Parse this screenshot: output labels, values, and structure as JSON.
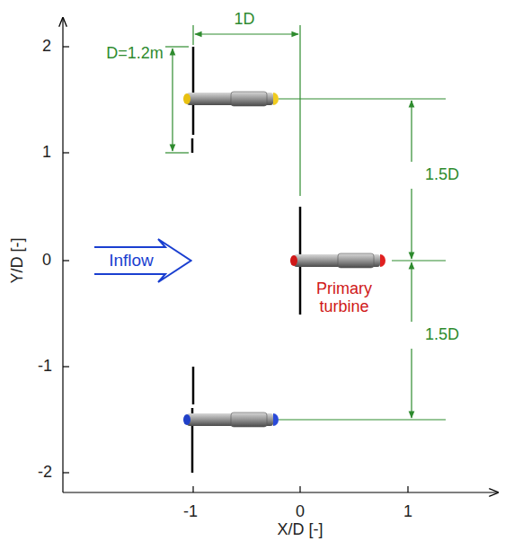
{
  "diagram": {
    "nodes": [
      {
        "text": [
          "Inflow"
        ]
      }
    ],
    "labels": [
      "1D",
      "D=1.2m",
      "1.5D",
      "1.5D",
      "Primary turbine",
      "2",
      "1",
      "0",
      "-1",
      "-2",
      "-1",
      "0",
      "1",
      "X/D [-]",
      "Y/D [-]"
    ]
  }
}
